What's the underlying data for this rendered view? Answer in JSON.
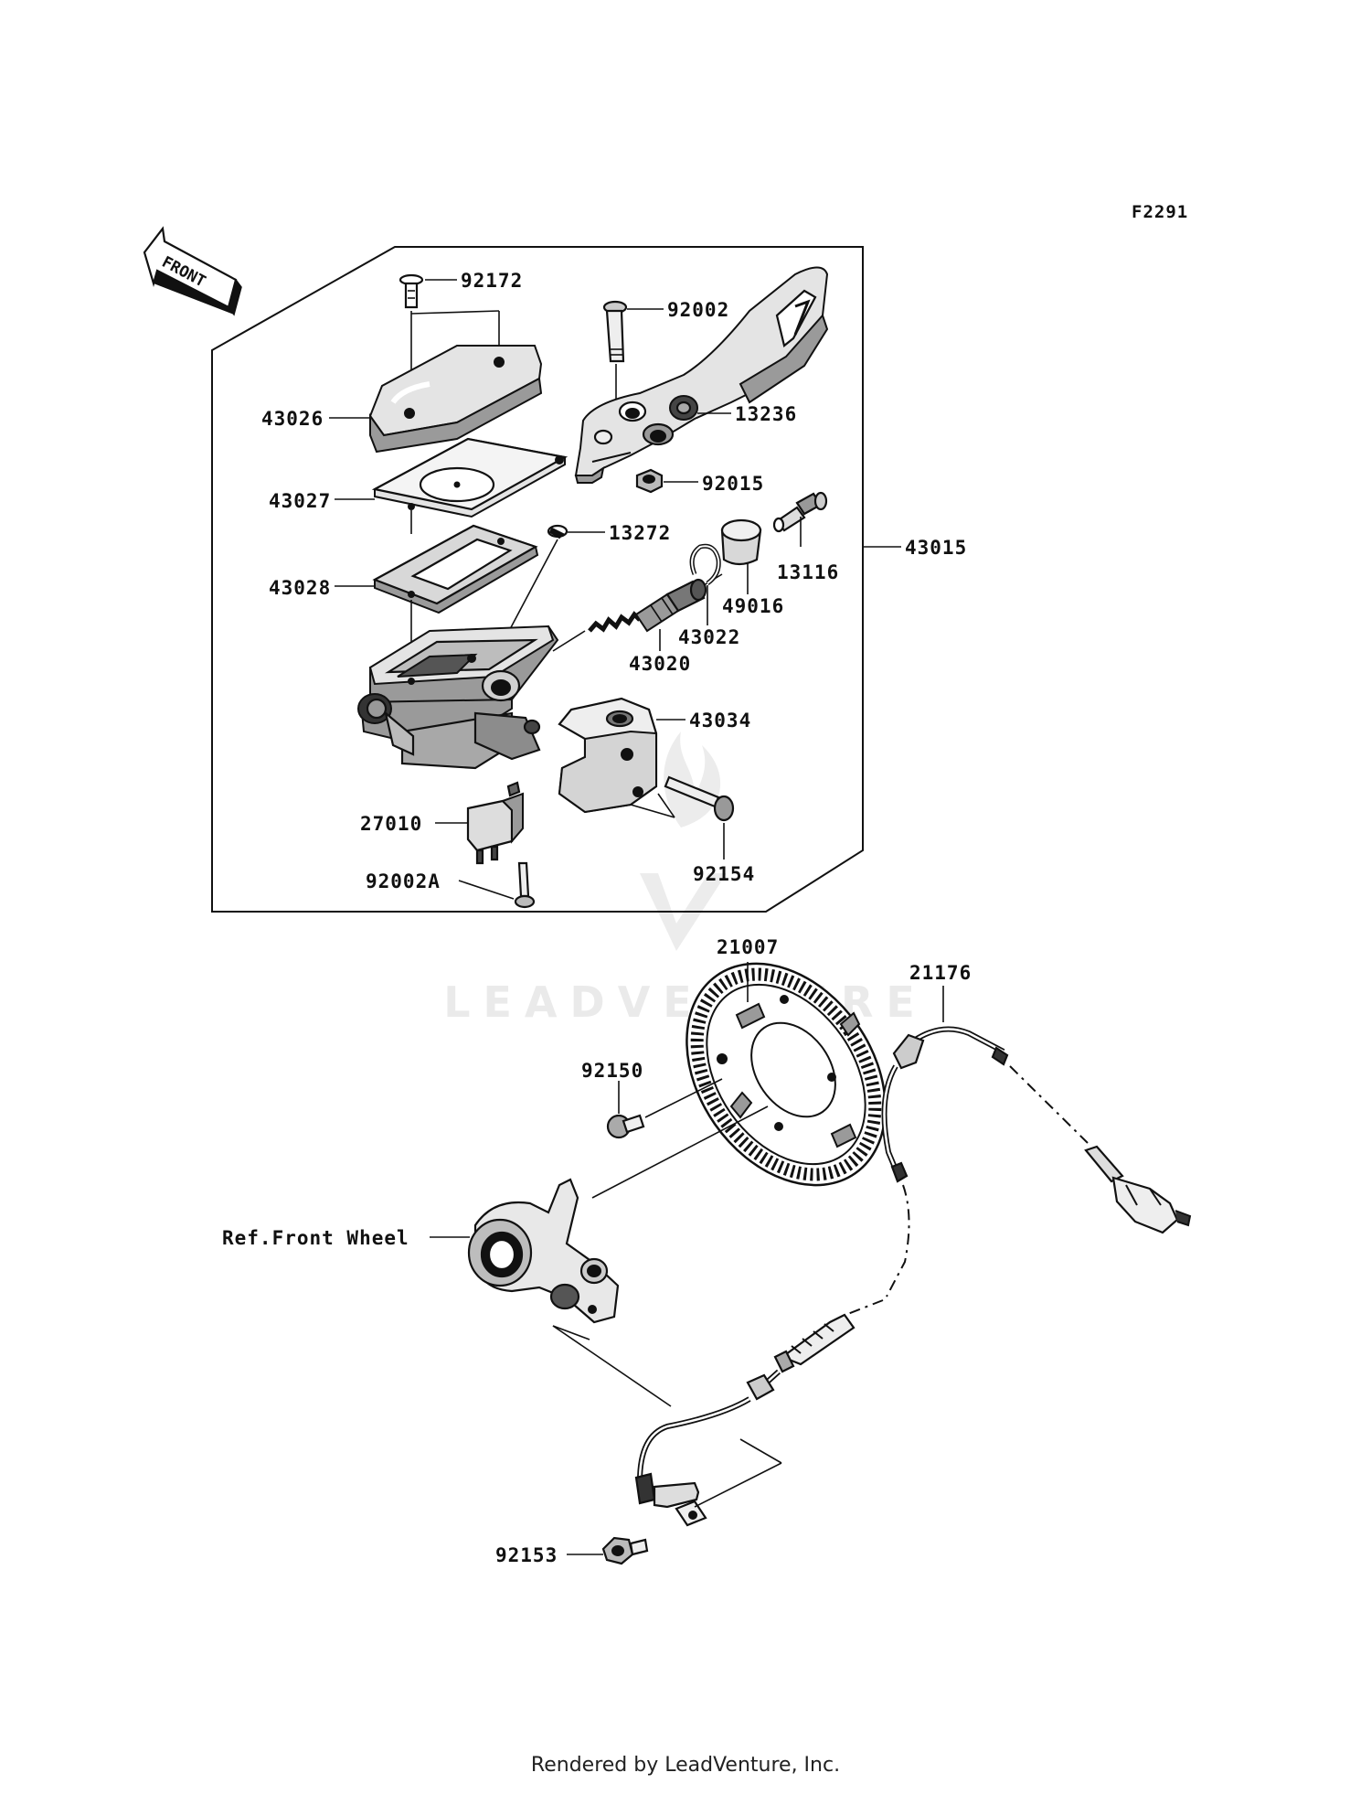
{
  "figure_code": "F2291",
  "front_marker": "FRONT",
  "watermark": "LEADVENTURE",
  "footer": "Rendered by LeadVenture, Inc.",
  "parts": {
    "p92172": "92172",
    "p92002": "92002",
    "p43026": "43026",
    "p13236": "13236",
    "p92015": "92015",
    "p43027": "43027",
    "p13272": "13272",
    "p43015": "43015",
    "p13116": "13116",
    "p43028": "43028",
    "p49016": "49016",
    "p43022": "43022",
    "p43020": "43020",
    "p43034": "43034",
    "p27010": "27010",
    "p92154": "92154",
    "p92002A": "92002A",
    "p21007": "21007",
    "p21176": "21176",
    "p92150": "92150",
    "ref_front_wheel": "Ref.Front Wheel",
    "p92153": "92153"
  }
}
